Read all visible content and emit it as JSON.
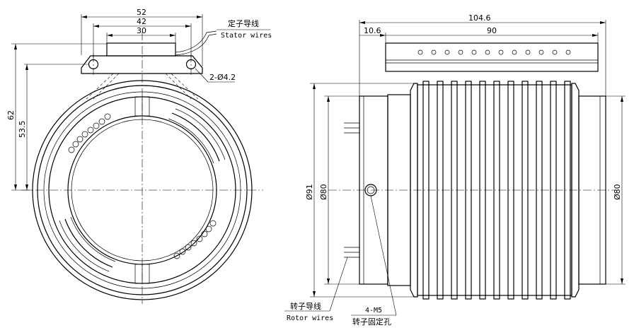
{
  "dimensions": {
    "front_width_52": "52",
    "front_width_42": "42",
    "front_width_30": "30",
    "front_height_62": "62",
    "front_height_53_5": "53.5",
    "mount_holes": "2-Ø4.2",
    "side_total_length": "104.6",
    "side_flange_length": "10.6",
    "side_body_length": "90",
    "side_outer_dia": "Ø91",
    "side_inner_dia": "Ø80",
    "side_right_dia": "Ø80"
  },
  "labels": {
    "stator_cn": "定子导线",
    "stator_en": "Stator wires",
    "rotor_cn": "转子导线",
    "rotor_en": "Rotor wires",
    "fix_spec": "4-M5",
    "fix_cn": "转子固定孔"
  }
}
